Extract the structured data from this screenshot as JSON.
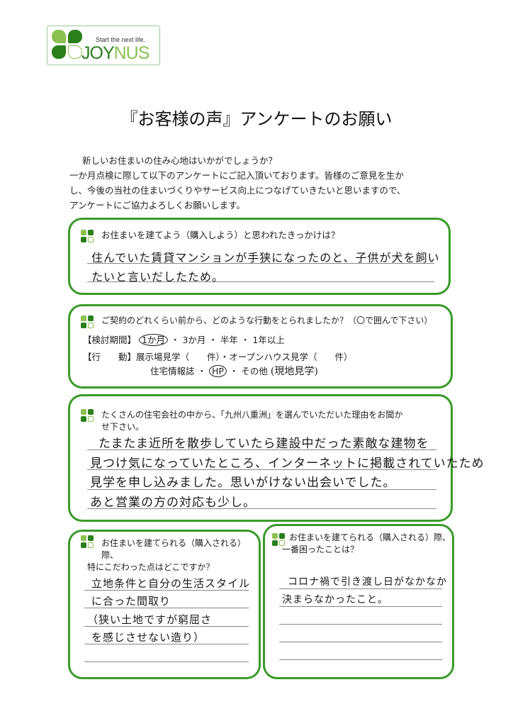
{
  "logo": {
    "tagline": "Start the next life.",
    "brand_part1": "JOY",
    "brand_part2": "NUS",
    "colors": {
      "dark": "#2a7f1c",
      "light": "#8cc152"
    }
  },
  "title": "『お客様の声』アンケートのお願い",
  "intro": [
    "新しいお住まいの住み心地はいかがでしょうか？",
    "一か月点検に際して以下のアンケートにご記入頂いております。皆様のご意見を生か",
    "し、今後の当社の住まいづくりやサービス向上につなげていきたいと思いますので、",
    "アンケートにご協力よろしくお願いします。"
  ],
  "q1": {
    "question": "お住まいを建てよう（購入しよう）と思われたきっかけは？",
    "answer": [
      "住んでいた賃貸マンションが手狭になったのと、子供が犬を飼い",
      "たいと言いだしたため。"
    ]
  },
  "q2": {
    "question": "ご契約のどれくらい前から、どのような行動をとられましたか？（〇で囲んで下さい）",
    "period_label": "【検討期間】",
    "period_options": [
      "1か月",
      "3か月",
      "半年",
      "1年以上"
    ],
    "period_selected": "1か月",
    "action_label": "【行　　動】",
    "action_line1": "展示場見学（　　件）・オープンハウス見学（　　件）",
    "info_magazine": "住宅情報誌",
    "hp": "HP",
    "other": "その他",
    "other_answer": "(現地見学)",
    "separator": "・"
  },
  "q3": {
    "question": [
      "たくさんの住宅会社の中から、「九州八重洲」を選んでいただいた理由をお聞か",
      "せ下さい。"
    ],
    "answer": [
      "たまたま近所を散歩していたら建設中だった素敵な建物を",
      "見つけ気になっていたところ、インターネットに掲載されていたため",
      "見学を申し込みました。思いがけない出会いでした。",
      "あと営業の方の対応も少し。"
    ]
  },
  "q4": {
    "question": [
      "お住まいを建てられる（購入される）際、",
      "特にこだわった点はどこですか？"
    ],
    "answer": [
      "立地条件と自分の生活スタイル",
      "に合った間取り",
      "（狭い土地ですが窮屈さ",
      "を感じさせない造り）"
    ]
  },
  "q5": {
    "question": [
      "お住まいを建てられる（購入される）際、",
      "一番困ったことは？"
    ],
    "answer": [
      "コロナ禍で引き渡し日がなかなか",
      "決まらなかったこと。"
    ]
  }
}
